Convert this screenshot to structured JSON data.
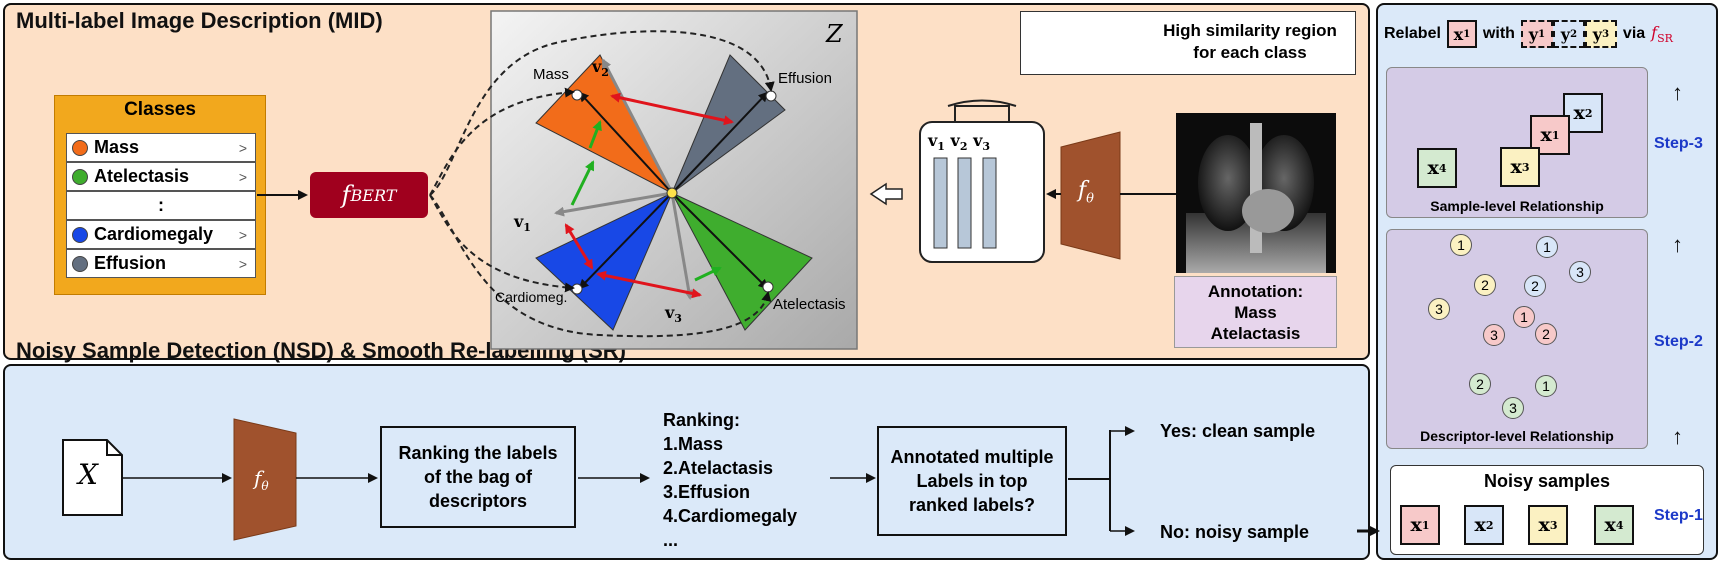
{
  "mid": {
    "title": "Multi-label Image Description (MID)",
    "classes_title": "Classes",
    "classes": [
      {
        "label": "Mass",
        "color": "#f26c1a"
      },
      {
        "label": "Atelectasis",
        "color": "#3fad2e"
      },
      {
        "label": ":",
        "color": ""
      },
      {
        "label": "Cardiomegaly",
        "color": "#1848e6"
      },
      {
        "label": "Effusion",
        "color": "#636f80"
      }
    ],
    "fbert": "f",
    "fbert_sub": "BERT",
    "space_symbol": "Z",
    "cone_labels": [
      "Mass",
      "Effusion",
      "Cardiomeg.",
      "Atelectasis"
    ],
    "vector_labels": [
      "v",
      "v",
      "v"
    ],
    "vector_subs": [
      "2",
      "1",
      "3"
    ],
    "legend_text": "High similarity region for each class",
    "bag_labels": [
      "v",
      "v",
      "v"
    ],
    "bag_subs": [
      "1",
      "2",
      "3"
    ],
    "ftheta": "f",
    "ftheta_sub": "θ",
    "annotation_title": "Annotation:",
    "annotation_values": [
      "Mass",
      "Atelactasis"
    ]
  },
  "nsd": {
    "title": "Noisy Sample Detection (NSD) & Smooth Re-labelling (SR)",
    "input_symbol": "X",
    "ftheta": "f",
    "ftheta_sub": "θ",
    "rank_box": "Ranking the labels of the bag of descriptors",
    "ranking_title": "Ranking:",
    "ranking_items": [
      "1.Mass",
      "2.Atelactasis",
      "3.Effusion",
      "4.Cardiomegaly",
      "..."
    ],
    "decision_box": "Annotated multiple Labels in top ranked labels?",
    "yes_text": "Yes: clean sample",
    "no_text": "No: noisy sample"
  },
  "right": {
    "relabel_prefix": "Relabel",
    "relabel_with": "with",
    "relabel_via": "via",
    "fsr": "f",
    "fsr_sub": "SR",
    "x_var": "x",
    "y_var": "y",
    "sample_level": "Sample-level Relationship",
    "descriptor_level": "Descriptor-level Relationship",
    "noisy_title": "Noisy samples",
    "steps": [
      "Step-3",
      "Step-2",
      "Step-1"
    ],
    "node_labels": [
      "1",
      "2",
      "3"
    ],
    "colors": {
      "x1": "#f7c9c9",
      "x2": "#d8e6f8",
      "x3": "#fbf1c2",
      "x4": "#d4ead0"
    }
  }
}
